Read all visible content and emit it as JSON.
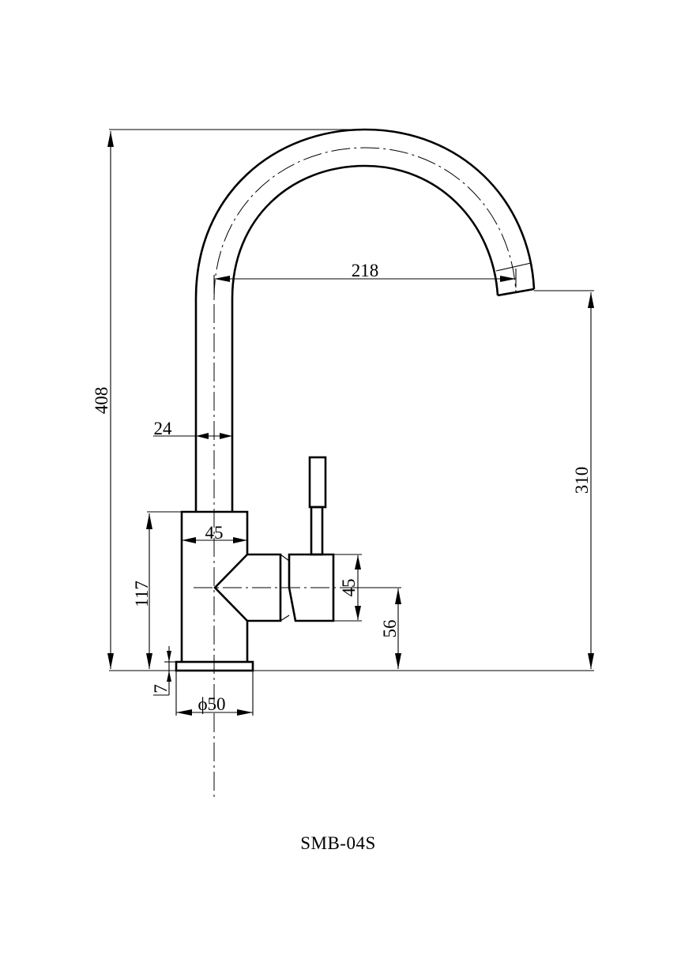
{
  "drawing": {
    "model_code": "SMB-04S",
    "dimensions": {
      "total_height": "408",
      "spout_reach": "218",
      "spout_height": "310",
      "spout_diameter": "24",
      "body_width": "45",
      "body_height": "117",
      "handle_height": "45",
      "handle_axis_height": "56",
      "base_thickness": "7",
      "base_diameter": "ϕ50"
    },
    "line_color": "#000000",
    "background": "#ffffff"
  }
}
